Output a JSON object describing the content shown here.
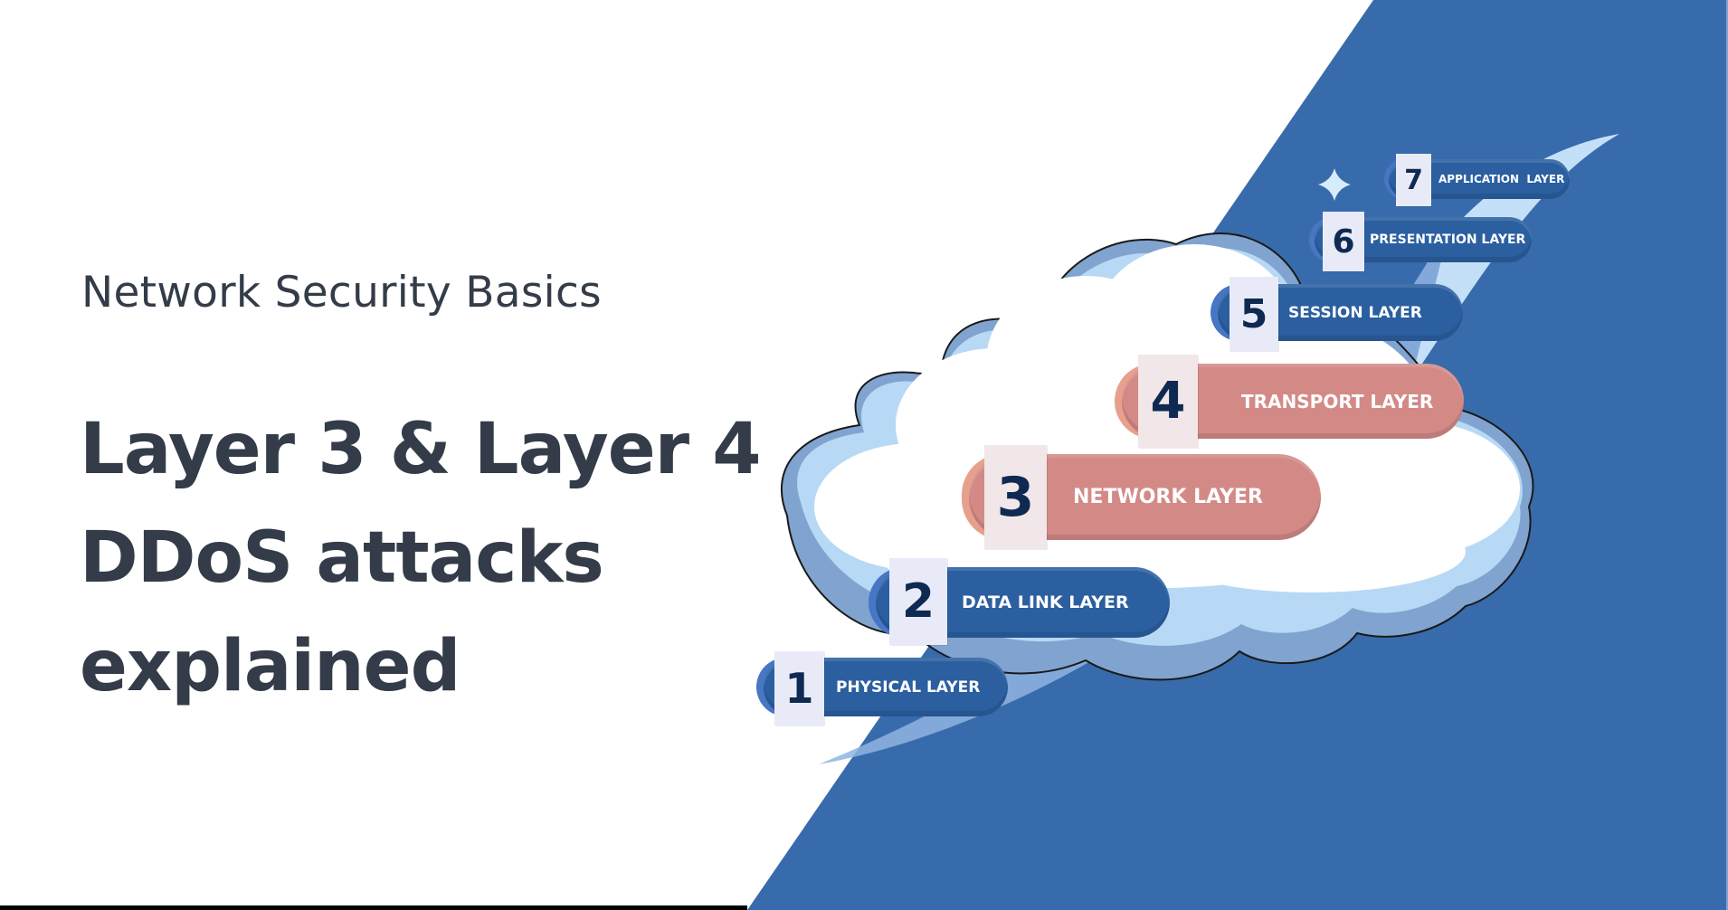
{
  "header": {
    "subtitle": "Network Security Basics",
    "title_lines": [
      "Layer 3 & Layer 4",
      "DDoS attacks",
      "explained"
    ]
  },
  "illustration": {
    "description": "OSI model layers stacked like steps on a cloud",
    "layers": [
      {
        "number": "1",
        "label": "PHYSICAL LAYER",
        "theme": "blue"
      },
      {
        "number": "2",
        "label": "DATA LINK LAYER",
        "theme": "blue"
      },
      {
        "number": "3",
        "label": "NETWORK LAYER",
        "theme": "pink"
      },
      {
        "number": "4",
        "label": "TRANSPORT LAYER",
        "theme": "pink"
      },
      {
        "number": "5",
        "label": "SESSION LAYER",
        "theme": "blue"
      },
      {
        "number": "6",
        "label": "PRESENTATION LAYER",
        "theme": "blue"
      },
      {
        "number": "7",
        "label": "APPLICATION  LAYER",
        "theme": "blue"
      }
    ],
    "icons": [
      "cloud-icon",
      "sparkle-icon",
      "swoosh-icon"
    ]
  },
  "colors": {
    "background": "#ffffff",
    "accent_blue": "#386bab",
    "text_dark": "#333c48",
    "layer_blue": "#2b5fa0",
    "layer_pink": "#d38a87",
    "number_color": "#0f2a52",
    "cloud_light": "#b7d9f5",
    "cloud_shadow": "#80a4cf"
  }
}
